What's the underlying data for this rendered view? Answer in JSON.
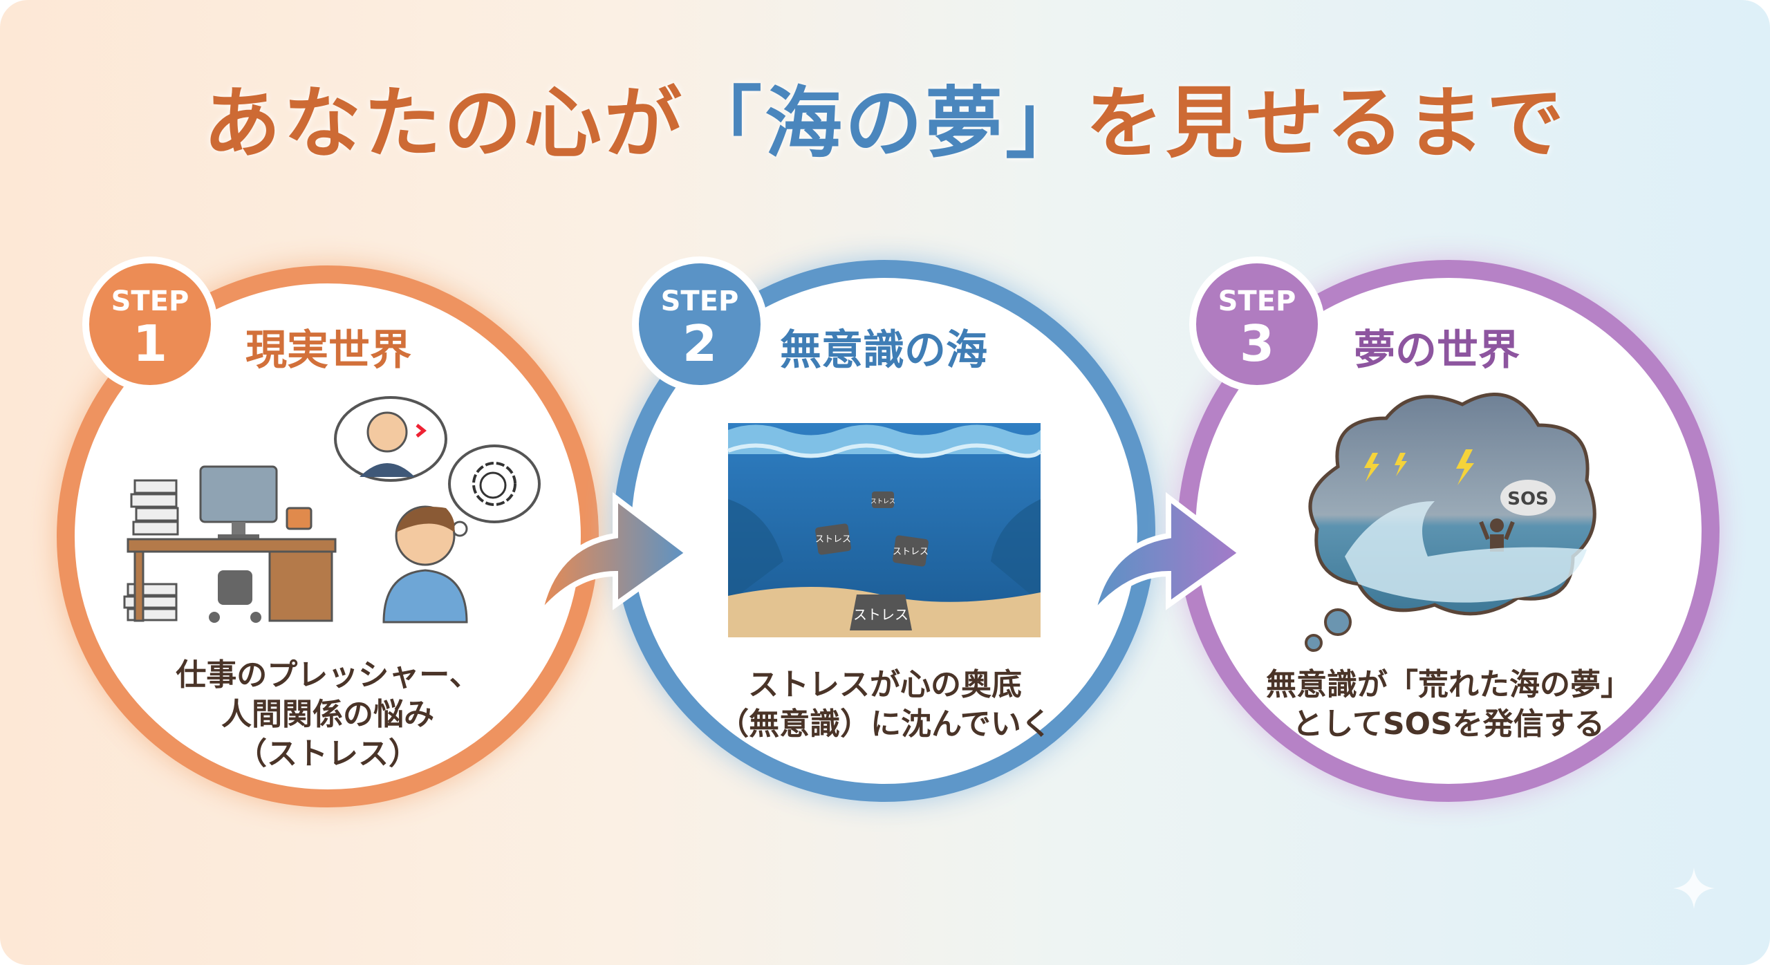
{
  "title": {
    "pre": "あなたの心が",
    "highlight": "「海の夢」",
    "post": "を見せるまで"
  },
  "steps": [
    {
      "badge": "STEP",
      "number": "1",
      "title": "現実世界",
      "desc": [
        "仕事のプレッシャー、",
        "人間関係の悩み",
        "（ストレス）"
      ],
      "color": "#ea8c55"
    },
    {
      "badge": "STEP",
      "number": "2",
      "title": "無意識の海",
      "desc": [
        "ストレスが心の奥底",
        "（無意識）に沈んでいく"
      ],
      "color": "#5a93c6",
      "weights": [
        "ストレス",
        "ストレス",
        "ストレス",
        "ストレス"
      ]
    },
    {
      "badge": "STEP",
      "number": "3",
      "title": "夢の世界",
      "desc": [
        "無意識が「荒れた海の夢」",
        "としてSOSを発信する"
      ],
      "color": "#b07cc0",
      "sos": "SOS"
    }
  ]
}
